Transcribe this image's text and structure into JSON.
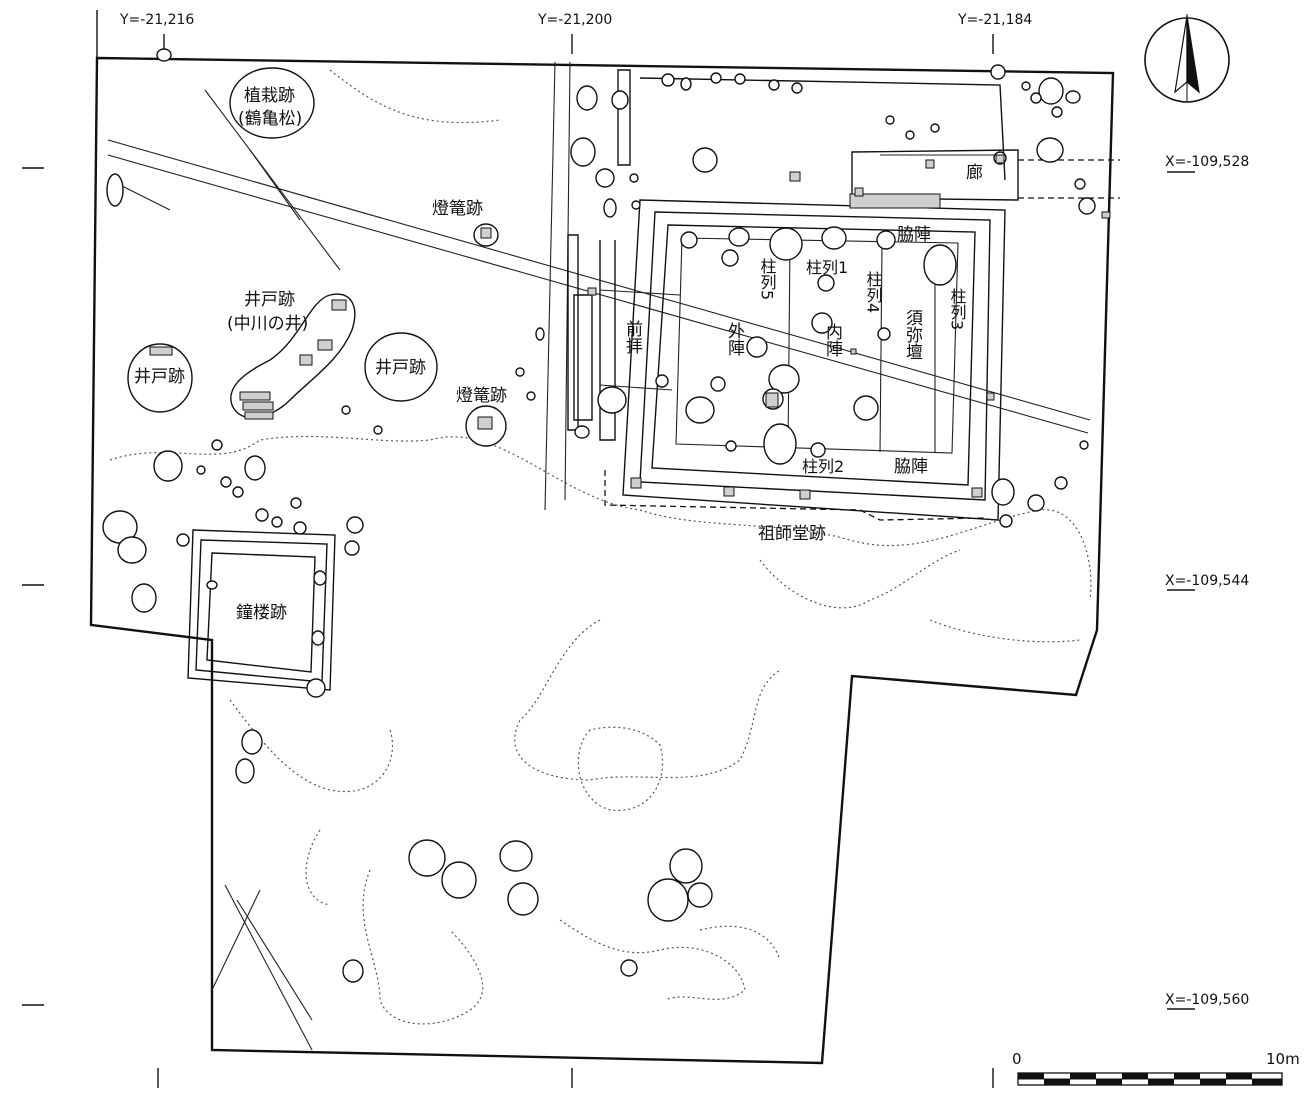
{
  "coordinates": {
    "y_grid": [
      "Y=-21,216",
      "Y=-21,200",
      "Y=-21,184"
    ],
    "x_grid": [
      "X=-109,528",
      "X=-109,544",
      "X=-109,560"
    ]
  },
  "north_arrow": {
    "icon": "north-arrow-icon"
  },
  "scale_bar": {
    "start": "0",
    "end": "10m"
  },
  "labels": {
    "planting_line1": "植栽跡",
    "planting_line2": "(鶴亀松)",
    "lantern_north": "燈篭跡",
    "lantern_south": "燈篭跡",
    "well_main_line1": "井戸跡",
    "well_main_line2": "(中川の井)",
    "well_west": "井戸跡",
    "well_center": "井戸跡",
    "bell_tower": "鐘楼跡",
    "corridor": "廊",
    "side_altar_north": "脇陣",
    "side_altar_south": "脇陣",
    "pillar_row_1": "柱列1",
    "pillar_row_2": "柱列2",
    "pillar_row_3": "柱列3",
    "pillar_row_4": "柱列4",
    "pillar_row_5": "柱列5",
    "inner_sanctum": "内陣",
    "outer_sanctum": "外陣",
    "front_hall": "前拝",
    "altar_dais": "須弥壇",
    "founders_hall": "祖師堂跡"
  }
}
